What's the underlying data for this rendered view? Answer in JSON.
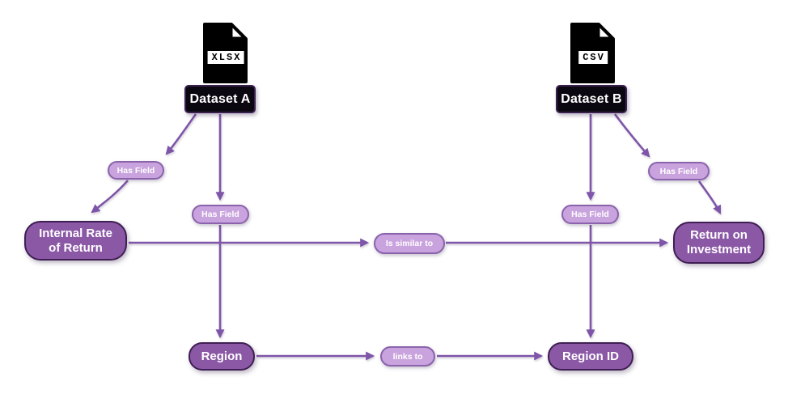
{
  "diagram": {
    "type": "dataset-field-relationship-graph",
    "colors": {
      "edge": "#7e55a8",
      "dataset_fill": "#0b0710",
      "dataset_border": "#3a2150",
      "field_fill": "#8b58a6",
      "field_border": "#3f1f53",
      "pill_fill": "#c9a3de",
      "pill_border": "#8a63ac",
      "label_text": "#ffffff"
    },
    "files": {
      "a": {
        "type_label": "XLSX"
      },
      "b": {
        "type_label": "CSV"
      }
    },
    "nodes": {
      "dataset_a": {
        "label": "Dataset A",
        "kind": "dataset"
      },
      "dataset_b": {
        "label": "Dataset B",
        "kind": "dataset"
      },
      "internal_rate_of_return": {
        "label": "Internal Rate of Return",
        "kind": "field"
      },
      "return_on_investment": {
        "label": "Return on Investment",
        "kind": "field"
      },
      "region": {
        "label": "Region",
        "kind": "field"
      },
      "region_id": {
        "label": "Region ID",
        "kind": "field"
      }
    },
    "edges": [
      {
        "from": "Dataset A",
        "to": "Internal Rate of Return",
        "label": "Has Field"
      },
      {
        "from": "Dataset A",
        "to": "Region",
        "label": "Has Field"
      },
      {
        "from": "Internal Rate of Return",
        "to": "Return on Investment",
        "label": "Is similar to"
      },
      {
        "from": "Region",
        "to": "Region ID",
        "label": "links to"
      },
      {
        "from": "Dataset B",
        "to": "Region ID",
        "label": "Has Field"
      },
      {
        "from": "Dataset B",
        "to": "Return on Investment",
        "label": "Has Field"
      }
    ]
  }
}
